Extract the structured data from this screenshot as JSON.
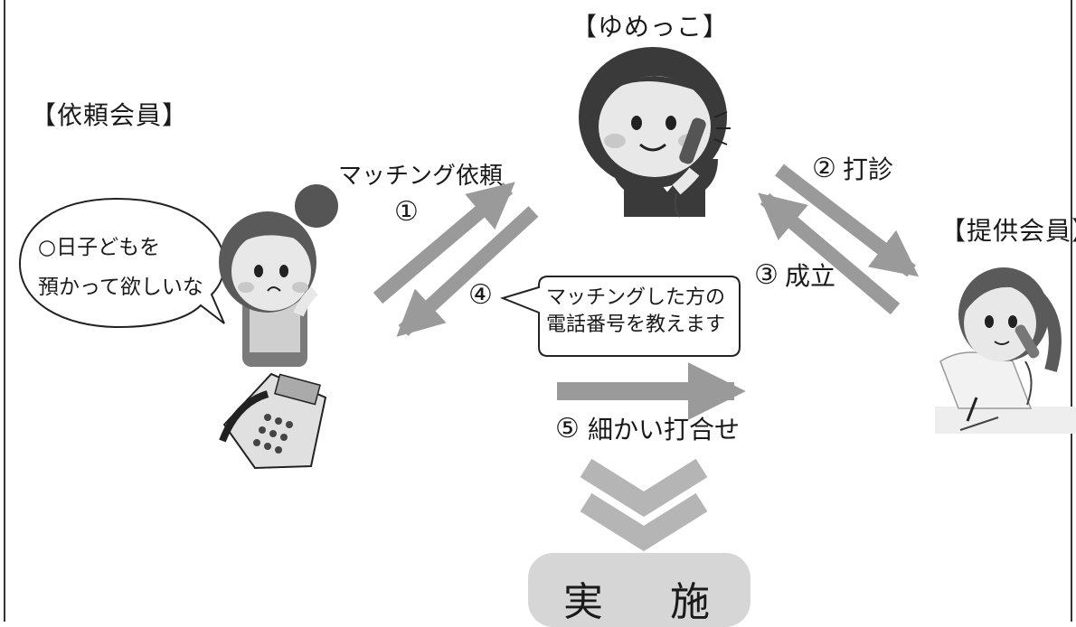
{
  "roles": {
    "coordinator": "【ゆめっこ】",
    "requester": "【依頼会員】",
    "provider": "【提供会員】"
  },
  "bubble": {
    "line1": "○日子どもを",
    "line2": "預かって欲しいな"
  },
  "steps": {
    "s1_label": "マッチング依頼",
    "s1_num": "①",
    "s2_num": "②",
    "s2_label": "打診",
    "s3_num": "③",
    "s3_label": "成立",
    "s4_num": "④",
    "s4_note_line1": "マッチングした方の",
    "s4_note_line2": "電話番号を教えます",
    "s5_num": "⑤",
    "s5_label": "細かい打合せ"
  },
  "final": {
    "label": "実 施"
  },
  "colors": {
    "arrow": "#9a9a9a",
    "chevron": "#b5b5b5",
    "final_box": "#d6d6d6",
    "figure_skin": "#e8e8e8",
    "figure_dark": "#3a3a3a",
    "figure_mid": "#7a7a7a"
  }
}
